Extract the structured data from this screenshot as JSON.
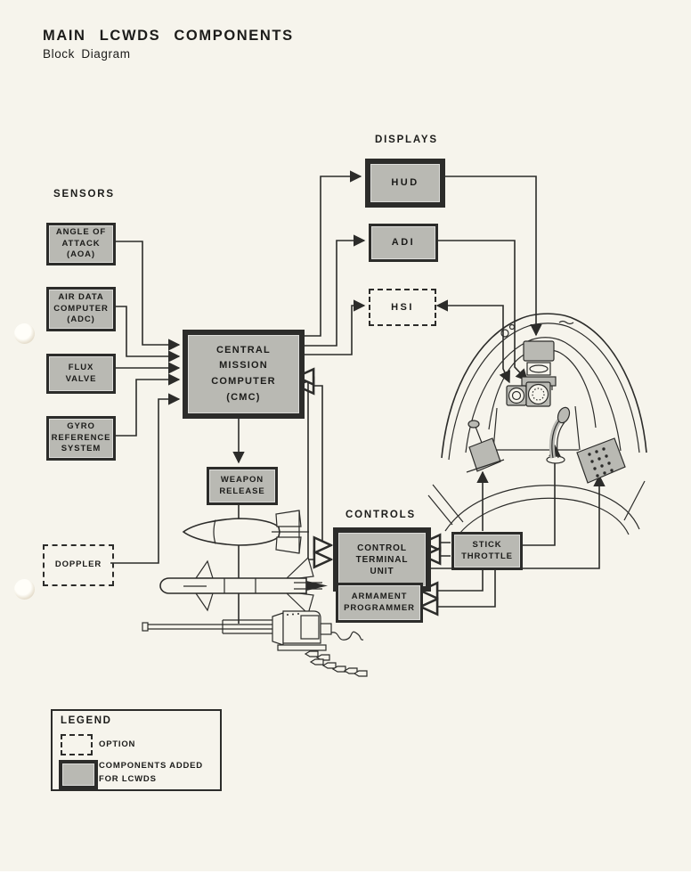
{
  "page": {
    "title": "MAIN LCWDS COMPONENTS",
    "subtitle": "Block Diagram"
  },
  "section_labels": {
    "sensors": "SENSORS",
    "displays": "DISPLAYS",
    "controls": "CONTROLS"
  },
  "blocks": {
    "aoa": {
      "lines": [
        "ANGLE OF",
        "ATTACK",
        "(AOA)"
      ],
      "type": "lcwds"
    },
    "adc": {
      "lines": [
        "AIR DATA",
        "COMPUTER",
        "(ADC)"
      ],
      "type": "lcwds"
    },
    "flux": {
      "lines": [
        "FLUX",
        "VALVE"
      ],
      "type": "lcwds"
    },
    "gyro": {
      "lines": [
        "GYRO",
        "REFERENCE",
        "SYSTEM"
      ],
      "type": "lcwds"
    },
    "doppler": {
      "lines": [
        "DOPPLER"
      ],
      "type": "option"
    },
    "cmc": {
      "lines": [
        "CENTRAL",
        "MISSION",
        "COMPUTER",
        "(CMC)"
      ],
      "type": "lcwds"
    },
    "hud": {
      "lines": [
        "HUD"
      ],
      "type": "lcwds"
    },
    "adi": {
      "lines": [
        "ADI"
      ],
      "type": "lcwds"
    },
    "hsi": {
      "lines": [
        "HSI"
      ],
      "type": "option"
    },
    "weapon_release": {
      "lines": [
        "WEAPON",
        "RELEASE"
      ],
      "type": "lcwds"
    },
    "ctu": {
      "lines": [
        "CONTROL",
        "TERMINAL",
        "UNIT"
      ],
      "type": "lcwds"
    },
    "armament_programmer": {
      "lines": [
        "ARMAMENT",
        "PROGRAMMER"
      ],
      "type": "lcwds"
    },
    "stick_throttle": {
      "lines": [
        "STICK",
        "THROTTLE"
      ],
      "type": "lcwds"
    }
  },
  "legend": {
    "title": "LEGEND",
    "option_label": "OPTION",
    "components_label_lines": [
      "COMPONENTS ADDED",
      "FOR LCWDS"
    ]
  },
  "colors": {
    "paper": "#f6f4ec",
    "box_fill": "#b9b9b3",
    "box_border": "#2c2c2a",
    "line": "#2c2c2a",
    "text": "#1c1c1a"
  }
}
